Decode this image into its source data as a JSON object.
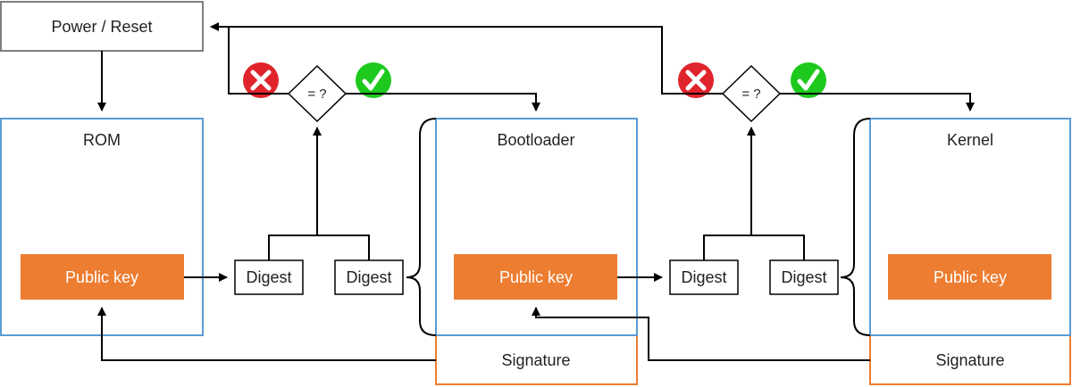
{
  "power_reset": {
    "label": "Power / Reset"
  },
  "compare_label": "= ?",
  "stages": {
    "rom": {
      "title": "ROM",
      "public_key": "Public key"
    },
    "bootloader": {
      "title": "Bootloader",
      "public_key": "Public key",
      "signature": "Signature",
      "digest_left": "Digest",
      "digest_right": "Digest"
    },
    "kernel": {
      "title": "Kernel",
      "public_key": "Public key",
      "signature": "Signature",
      "digest_left": "Digest",
      "digest_right": "Digest"
    }
  },
  "colors": {
    "stage_border": "#5b9bd5",
    "signature_border": "#ed7d31",
    "key_fill": "#ed7d31",
    "fail": "#e0242b",
    "pass": "#1ec91e"
  },
  "icons": {
    "fail": "x-circle-icon",
    "pass": "check-circle-icon"
  }
}
